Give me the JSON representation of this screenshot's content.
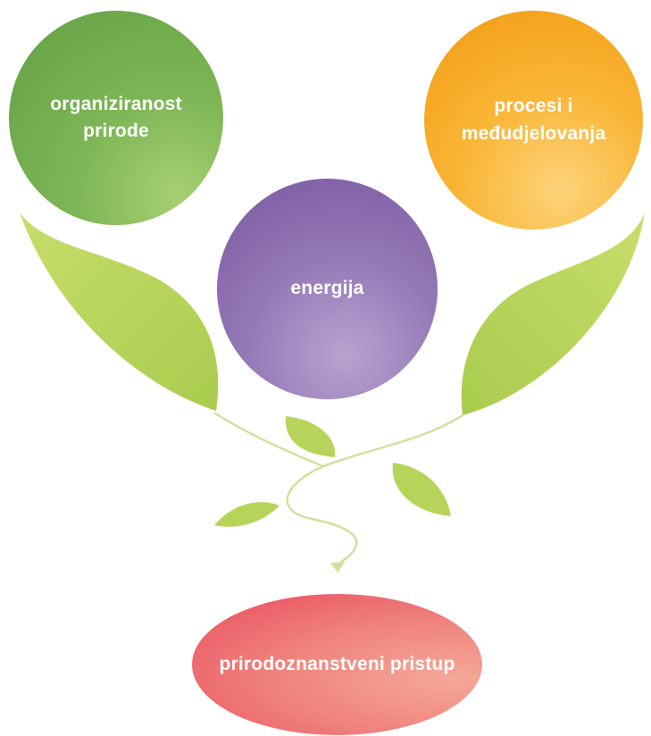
{
  "nodes": {
    "top_left": "organiziranost prirode",
    "top_right": "procesi i međudjelovanja",
    "center": "energija",
    "bottom": "prirodoznanstveni pristup"
  },
  "colors": {
    "green": "#6aa84f",
    "orange": "#f6a623",
    "purple": "#8a69ae",
    "pink": "#ec6a72",
    "leaf": "#b7d45a",
    "vine": "#c9df94"
  }
}
